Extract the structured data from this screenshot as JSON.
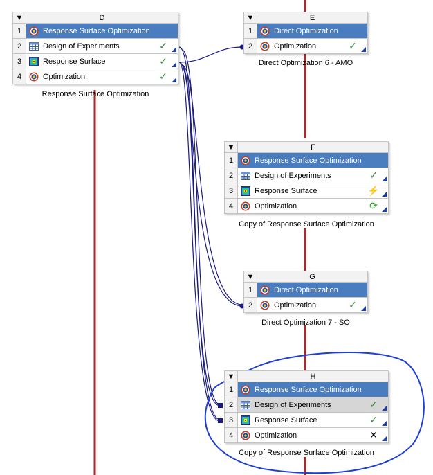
{
  "systems": [
    {
      "id": "D",
      "letter": "D",
      "caption": "Response Surface Optimization",
      "rows": [
        {
          "num": "1",
          "label": "Response Surface Optimization",
          "icon": "optimization-target-icon",
          "status": "",
          "selected": true
        },
        {
          "num": "2",
          "label": "Design of Experiments",
          "icon": "design-of-experiments-icon",
          "status": "✓"
        },
        {
          "num": "3",
          "label": "Response Surface",
          "icon": "response-surface-icon",
          "status": "✓"
        },
        {
          "num": "4",
          "label": "Optimization",
          "icon": "optimization-target-icon",
          "status": "✓"
        }
      ]
    },
    {
      "id": "E",
      "letter": "E",
      "caption": "Direct Optimization 6 - AMO",
      "rows": [
        {
          "num": "1",
          "label": "Direct Optimization",
          "icon": "optimization-target-icon",
          "status": "",
          "selected": true
        },
        {
          "num": "2",
          "label": "Optimization",
          "icon": "optimization-target-icon",
          "status": "✓"
        }
      ]
    },
    {
      "id": "F",
      "letter": "F",
      "caption": "Copy of Response Surface Optimization",
      "rows": [
        {
          "num": "1",
          "label": "Response Surface Optimization",
          "icon": "optimization-target-icon",
          "status": "",
          "selected": true
        },
        {
          "num": "2",
          "label": "Design of Experiments",
          "icon": "design-of-experiments-icon",
          "status": "✓"
        },
        {
          "num": "3",
          "label": "Response Surface",
          "icon": "response-surface-icon",
          "status": "⚡"
        },
        {
          "num": "4",
          "label": "Optimization",
          "icon": "optimization-target-icon",
          "status": "⟳"
        }
      ]
    },
    {
      "id": "G",
      "letter": "G",
      "caption": "Direct Optimization 7 - SO",
      "rows": [
        {
          "num": "1",
          "label": "Direct Optimization",
          "icon": "optimization-target-icon",
          "status": "",
          "selected": true
        },
        {
          "num": "2",
          "label": "Optimization",
          "icon": "optimization-target-icon",
          "status": "✓"
        }
      ]
    },
    {
      "id": "H",
      "letter": "H",
      "caption": "Copy of Response Surface Optimization",
      "rows": [
        {
          "num": "1",
          "label": "Response Surface Optimization",
          "icon": "optimization-target-icon",
          "status": "",
          "selected": true
        },
        {
          "num": "2",
          "label": "Design of Experiments",
          "icon": "design-of-experiments-icon",
          "status": "✓",
          "highlight": true
        },
        {
          "num": "3",
          "label": "Response Surface",
          "icon": "response-surface-icon",
          "status": "✓"
        },
        {
          "num": "4",
          "label": "Optimization",
          "icon": "optimization-target-icon",
          "status": "✕"
        }
      ]
    }
  ],
  "colors": {
    "header_selected": "#4a7cc0",
    "wire": "#1a1a80",
    "vertical_line": "#a52a2a",
    "annotation_circle": "#1e3fd6",
    "check": "#3a8a3a",
    "lightning": "#e0a800",
    "refresh": "#2aa52a",
    "error": "#000000"
  }
}
